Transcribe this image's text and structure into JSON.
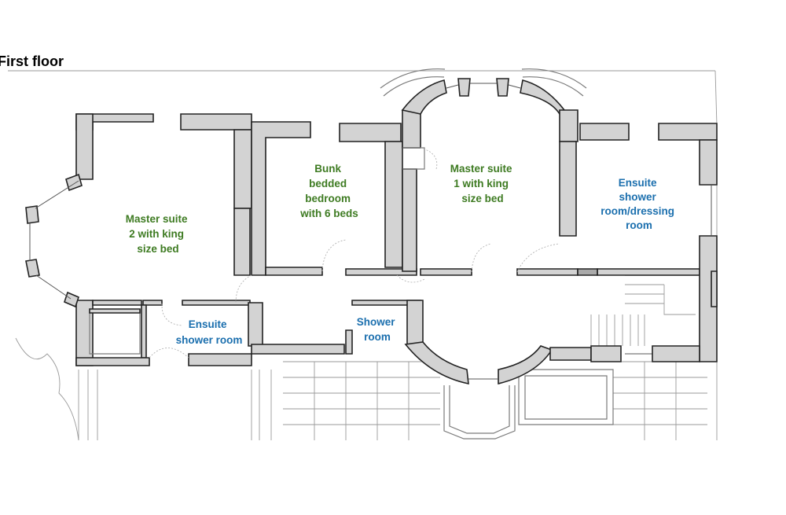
{
  "title": "First floor",
  "colors": {
    "green_label": "#3e7b22",
    "blue_label": "#1b6fae",
    "wall_fill": "#d3d3d3"
  },
  "rooms": {
    "master_suite_2": [
      "Master suite",
      "2 with king",
      "size bed"
    ],
    "bunk_bedroom": [
      "Bunk",
      "bedded",
      "bedroom",
      "with 6 beds"
    ],
    "master_suite_1": [
      "Master suite",
      "1 with king",
      "size bed"
    ],
    "ensuite_dressing": [
      "Ensuite",
      "shower",
      "room/dressing",
      "room"
    ],
    "ensuite_shower": [
      "Ensuite",
      "shower room"
    ],
    "shower_room": [
      "Shower",
      "room"
    ]
  }
}
